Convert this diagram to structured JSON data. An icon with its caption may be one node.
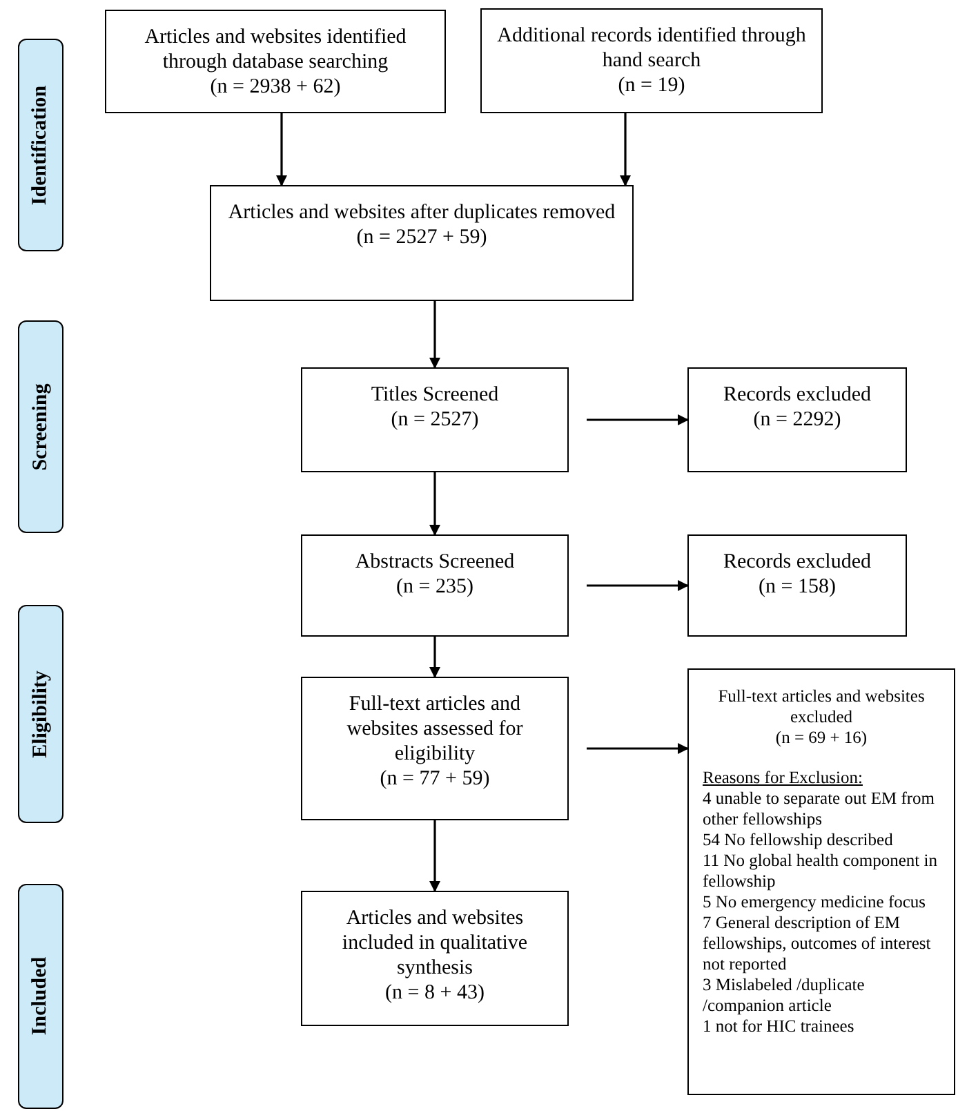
{
  "diagram": {
    "nodes": [
      {
        "text": [
          "Articles and websites identified through database searching",
          "(n = 2938 + 62)"
        ]
      },
      {
        "text": [
          "Additional records identified through hand search",
          "(n = 19)"
        ]
      },
      {
        "text": [
          "Articles and websites after duplicates removed (n = 2527 + 59)"
        ]
      },
      {
        "text": [
          "Titles Screened",
          "(n = 2527)"
        ]
      },
      {
        "text": [
          "Records excluded",
          "(n = 2292)"
        ]
      },
      {
        "text": [
          "Abstracts Screened",
          "(n = 235)"
        ]
      },
      {
        "text": [
          "Records excluded",
          "(n = 158)"
        ]
      },
      {
        "text": [
          "Full-text articles and websites assessed for eligibility",
          "(n = 77 + 59)"
        ]
      },
      {
        "text": [
          "Full-text articles and websites excluded",
          "(n = 69 + 16)",
          "Reasons for Exclusion:",
          "4 unable to separate out EM from other fellowships",
          "54 No fellowship described",
          "11 No global health component in fellowship",
          "5 No emergency medicine focus",
          "7 General description of EM fellowships, outcomes of interest not reported",
          "3 Mislabeled /duplicate /companion article",
          "1 not for HIC trainees"
        ]
      },
      {
        "text": [
          "Articles and websites included in qualitative synthesis",
          "(n = 8 + 43)"
        ]
      },
      {
        "text": [
          "Identification"
        ]
      },
      {
        "text": [
          "Screening"
        ]
      },
      {
        "text": [
          "Eligibility"
        ]
      },
      {
        "text": [
          "Included"
        ]
      }
    ],
    "edges": [
      {
        "from": 0,
        "to": 2,
        "arrow": "to"
      },
      {
        "from": 1,
        "to": 2,
        "arrow": "to"
      },
      {
        "from": 2,
        "to": 3,
        "arrow": "to"
      },
      {
        "from": 3,
        "to": 4,
        "arrow": "to"
      },
      {
        "from": 3,
        "to": 5,
        "arrow": "to"
      },
      {
        "from": 5,
        "to": 6,
        "arrow": "to"
      },
      {
        "from": 5,
        "to": 7,
        "arrow": "to"
      },
      {
        "from": 7,
        "to": 8,
        "arrow": "to"
      },
      {
        "from": 7,
        "to": 9,
        "arrow": "to"
      }
    ]
  }
}
